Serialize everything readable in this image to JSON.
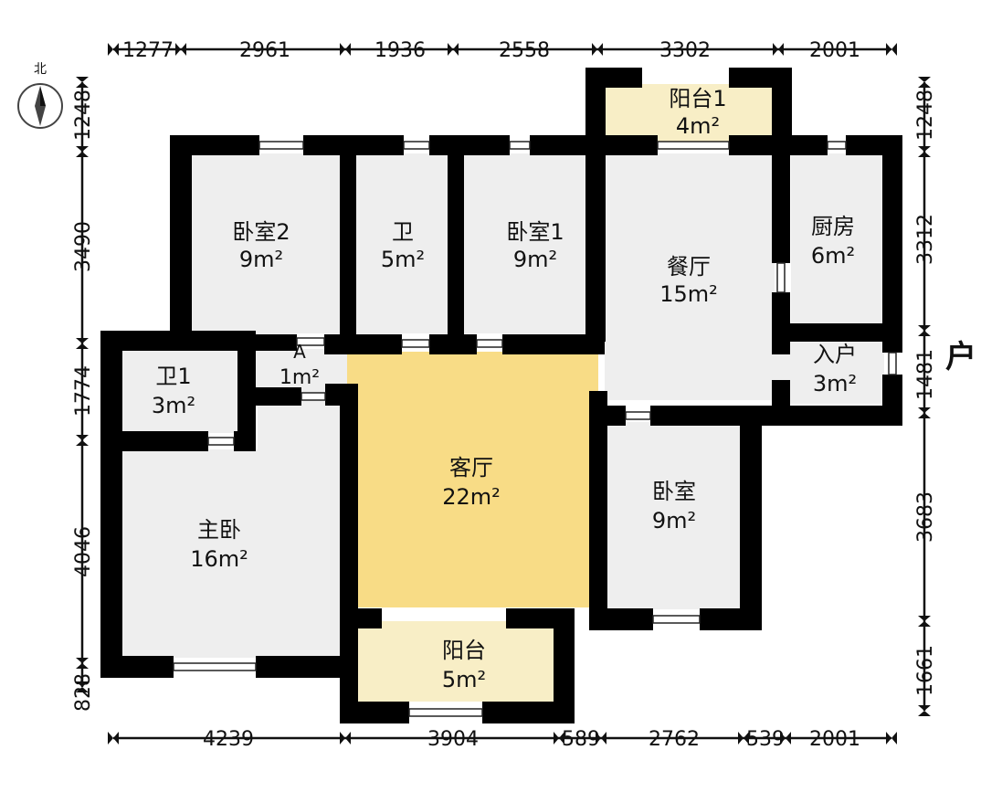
{
  "compass": {
    "label": "北",
    "icon": "north-compass-icon"
  },
  "entrance_label": "户",
  "rooms": [
    {
      "id": "balcony1",
      "name": "阳台1",
      "area": "4m²"
    },
    {
      "id": "bedroom2",
      "name": "卧室2",
      "area": "9m²"
    },
    {
      "id": "bath",
      "name": "卫",
      "area": "5m²"
    },
    {
      "id": "bedroom1",
      "name": "卧室1",
      "area": "9m²"
    },
    {
      "id": "dining",
      "name": "餐厅",
      "area": "15m²"
    },
    {
      "id": "kitchen",
      "name": "厨房",
      "area": "6m²"
    },
    {
      "id": "entry",
      "name": "入户",
      "area": "3m²"
    },
    {
      "id": "bath1",
      "name": "卫1",
      "area": "3m²"
    },
    {
      "id": "area_a",
      "name": "A",
      "area": "1m²"
    },
    {
      "id": "living",
      "name": "客厅",
      "area": "22m²"
    },
    {
      "id": "bedroom",
      "name": "卧室",
      "area": "9m²"
    },
    {
      "id": "master",
      "name": "主卧",
      "area": "16m²"
    },
    {
      "id": "balcony",
      "name": "阳台",
      "area": "5m²"
    }
  ],
  "dimensions": {
    "top": [
      "1277",
      "2961",
      "1936",
      "2558",
      "3302",
      "2001"
    ],
    "bottom": [
      "4239",
      "3904",
      "589",
      "2762",
      "539",
      "2001"
    ],
    "left": [
      "1248",
      "3490",
      "1774",
      "4046",
      "828"
    ],
    "right": [
      "1248",
      "3312",
      "1481",
      "3683",
      "1661"
    ]
  },
  "colors": {
    "wall": "#000000",
    "floor": "#eeeeee",
    "living_floor": "#f8dc86",
    "balcony_floor": "#f8eec6"
  }
}
